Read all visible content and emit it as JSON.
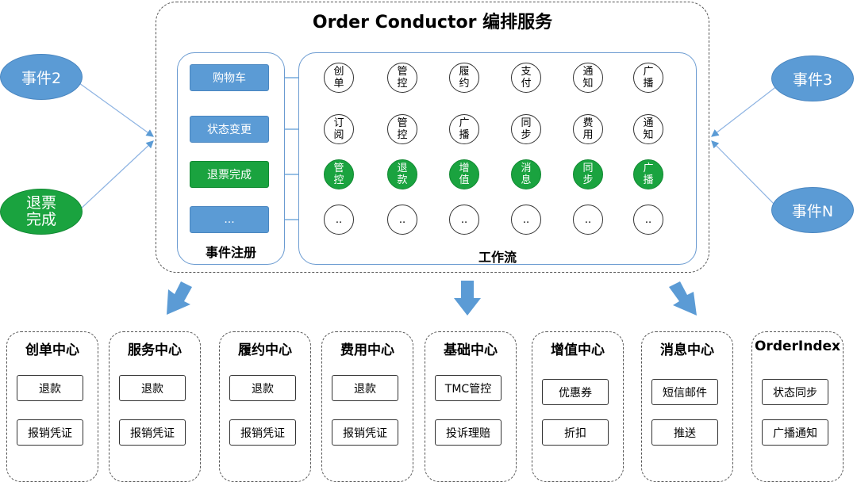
{
  "title": "Order Conductor  编排服务",
  "events": {
    "left_top": "事件2",
    "left_bottom": "退票完成",
    "right_top": "事件3",
    "right_bottom": "事件N"
  },
  "registry": {
    "label": "事件注册",
    "items": [
      "购物车",
      "状态变更",
      "退票完成",
      "..."
    ]
  },
  "workflow": {
    "label": "工作流",
    "rows": [
      [
        "创单",
        "管控",
        "履约",
        "支付",
        "通知",
        "广播"
      ],
      [
        "订阅",
        "管控",
        "广播",
        "同步",
        "费用",
        "通知"
      ],
      [
        "管控",
        "退款",
        "增值",
        "消息",
        "同步",
        "广播"
      ],
      [
        "..",
        "..",
        "..",
        "..",
        "..",
        ".."
      ]
    ]
  },
  "centers": [
    {
      "title": "创单中心",
      "services": [
        "退款",
        "报销凭证"
      ]
    },
    {
      "title": "服务中心",
      "services": [
        "退款",
        "报销凭证"
      ]
    },
    {
      "title": "履约中心",
      "services": [
        "退款",
        "报销凭证"
      ]
    },
    {
      "title": "费用中心",
      "services": [
        "退款",
        "报销凭证"
      ]
    },
    {
      "title": "基础中心",
      "services": [
        "TMC管控",
        "投诉理赔"
      ]
    },
    {
      "title": "增值中心",
      "services": [
        "优惠券",
        "折扣"
      ]
    },
    {
      "title": "消息中心",
      "services": [
        "短信邮件",
        "推送"
      ]
    },
    {
      "title": "OrderIndex",
      "services": [
        "状态同步",
        "广播通知"
      ]
    }
  ],
  "colors": {
    "blue": "#5b9bd5",
    "green": "#1aa33f",
    "panel_border": "#6b9bd1"
  }
}
